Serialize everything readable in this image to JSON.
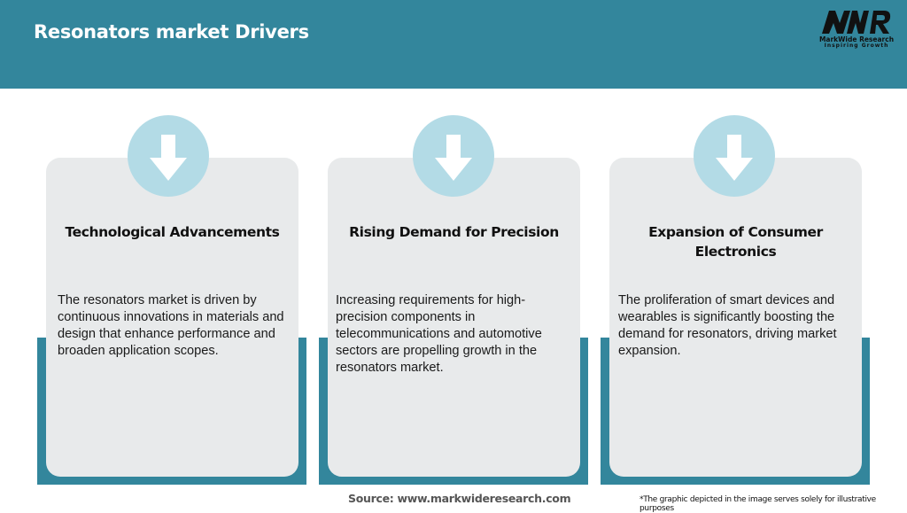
{
  "header": {
    "title": "Resonators market Drivers",
    "background_color": "#33869c",
    "logo": {
      "mark": "MWR",
      "name": "MarkWide Research",
      "tagline": "Inspiring Growth"
    }
  },
  "cards": [
    {
      "icon": "arrow-down-icon",
      "title": "Technological Advancements",
      "body": "The resonators market is driven by continuous innovations in materials and design that enhance performance and broaden application scopes."
    },
    {
      "icon": "arrow-down-icon",
      "title": "Rising Demand for Precision",
      "body": "Increasing requirements for high-precision components in telecommunications and automotive sectors are propelling growth in the resonators market."
    },
    {
      "icon": "arrow-down-icon",
      "title": "Expansion of Consumer Electronics",
      "body": "The proliferation of smart devices and wearables is significantly boosting the demand for resonators, driving market expansion."
    }
  ],
  "colors": {
    "accent": "#33869c",
    "card_background": "#e8eaeb",
    "icon_circle": "#b3dbe6"
  },
  "footer": {
    "source": "Source: www.markwideresearch.com",
    "disclaimer": "*The graphic depicted in the image serves solely for illustrative purposes"
  }
}
